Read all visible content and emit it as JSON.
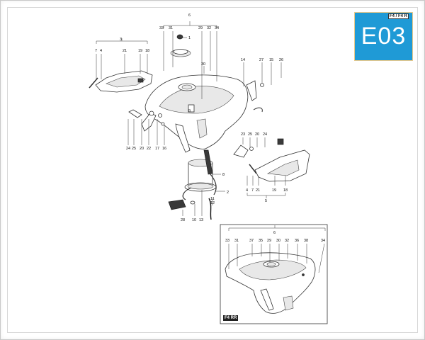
{
  "badge": {
    "code": "E03",
    "color": "#1f9ad6"
  },
  "model_tag_main": "F4 / F4 R",
  "model_tag_inset": "F4 RR",
  "callouts_main": {
    "c6": "6",
    "c33": "33",
    "c31": "31",
    "c29": "29",
    "c32": "32",
    "c34": "34",
    "c1": "1",
    "c30": "30",
    "c3": "3",
    "c7": "7",
    "c4": "4",
    "c21": "21",
    "c19": "19",
    "c18": "18",
    "c14": "14",
    "c27": "27",
    "c15": "15",
    "c26": "26",
    "c9": "9",
    "c23": "23",
    "c25": "25",
    "c20": "20",
    "c24": "24",
    "c24b": "24",
    "c25b": "25",
    "c20b": "20",
    "c22": "22",
    "c17": "17",
    "c16": "16",
    "c8": "8",
    "c2": "2",
    "c11": "11",
    "c12": "12",
    "c28": "28",
    "c10": "10",
    "c13": "13",
    "c4b": "4",
    "c7b": "7",
    "c21b": "21",
    "c19b": "19",
    "c18b": "18",
    "c5": "5"
  },
  "callouts_inset": {
    "c6": "6",
    "c33": "33",
    "c31": "31",
    "c37": "37",
    "c35": "35",
    "c29": "29",
    "c30": "30",
    "c32": "32",
    "c36": "36",
    "c38": "38",
    "c34": "34"
  }
}
